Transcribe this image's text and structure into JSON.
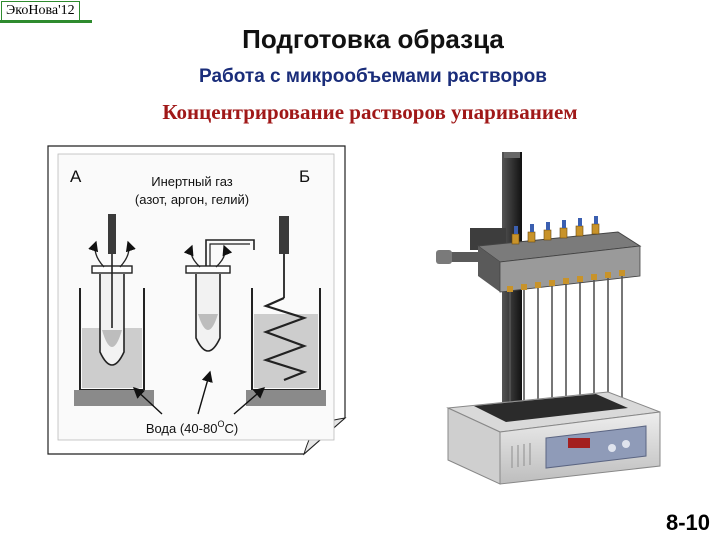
{
  "badge": "ЭкоНова'12",
  "title": "Подготовка образца",
  "subtitle": "Работа с микрообъемами растворов",
  "heading": "Концентрирование растворов упариванием",
  "diagram": {
    "label_a": "А",
    "label_b": "Б",
    "gas_line1": "Инертный газ",
    "gas_line2": "(азот, аргон, гелий)",
    "water_prefix": "Вода (40-80",
    "water_sup": "O",
    "water_suffix": "C)"
  },
  "slide_number": "8-10",
  "colors": {
    "title": "#111111",
    "subtitle": "#1a2d7a",
    "heading": "#a01818",
    "badge_border": "#2e8b2e"
  }
}
